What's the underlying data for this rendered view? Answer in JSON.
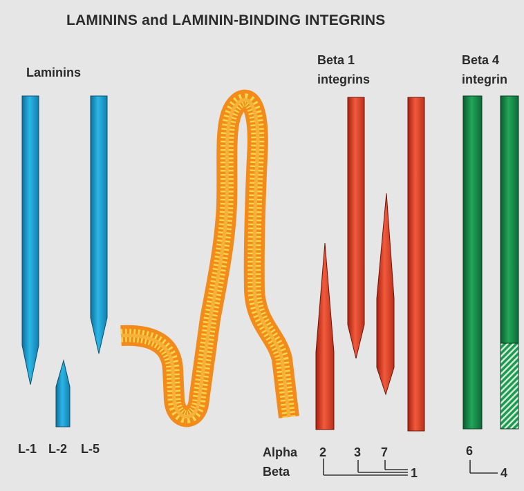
{
  "title": "LAMININS and LAMININ-BINDING INTEGRINS",
  "laminins": {
    "heading": "Laminins",
    "labels": [
      "L-1",
      "L-2",
      "L-5"
    ]
  },
  "beta1": {
    "heading_line1": "Beta 1",
    "heading_line2": "integrins",
    "alpha_numbers": [
      "2",
      "3",
      "7"
    ],
    "beta_number": "1"
  },
  "beta4": {
    "heading_line1": "Beta 4",
    "heading_line2": "integrin",
    "alpha_number": "6",
    "beta_number": "4"
  },
  "row_labels": {
    "alpha": "Alpha",
    "beta": "Beta"
  },
  "colors": {
    "background": "#e6e6e6",
    "laminin": "#1ca7d6",
    "beta1_integrin": "#ec4a32",
    "beta4_integrin": "#1b9a52",
    "epithelium_outer": "#f28a1c",
    "epithelium_inner": "#f6d84a"
  }
}
